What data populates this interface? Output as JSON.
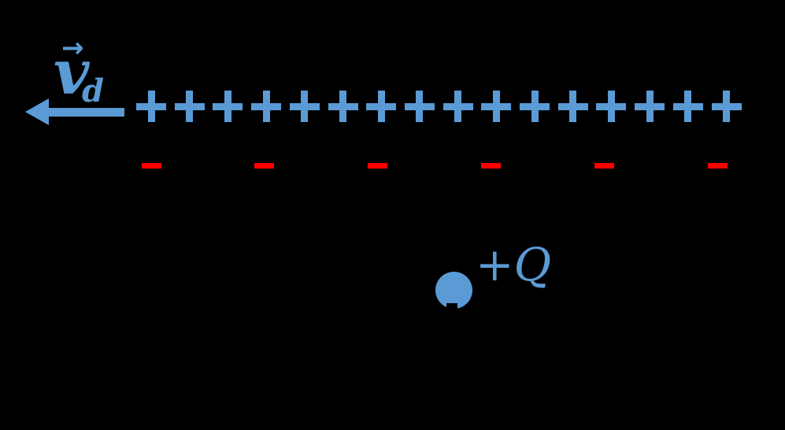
{
  "figure": {
    "description": "Charged conductor with drift velocity arrow and external point charge",
    "background": "#000000"
  },
  "colors": {
    "accent_blue": "#5B9BD5",
    "negative_red": "#FF0000"
  },
  "drift_velocity": {
    "symbol": "v",
    "subscript": "d",
    "vector_arrow": "→",
    "direction": "left"
  },
  "conductor": {
    "positive_row": {
      "symbol": "+",
      "count": 16
    },
    "negative_row": {
      "symbol": "−",
      "count": 6
    }
  },
  "point_charge": {
    "label": "+Q"
  }
}
